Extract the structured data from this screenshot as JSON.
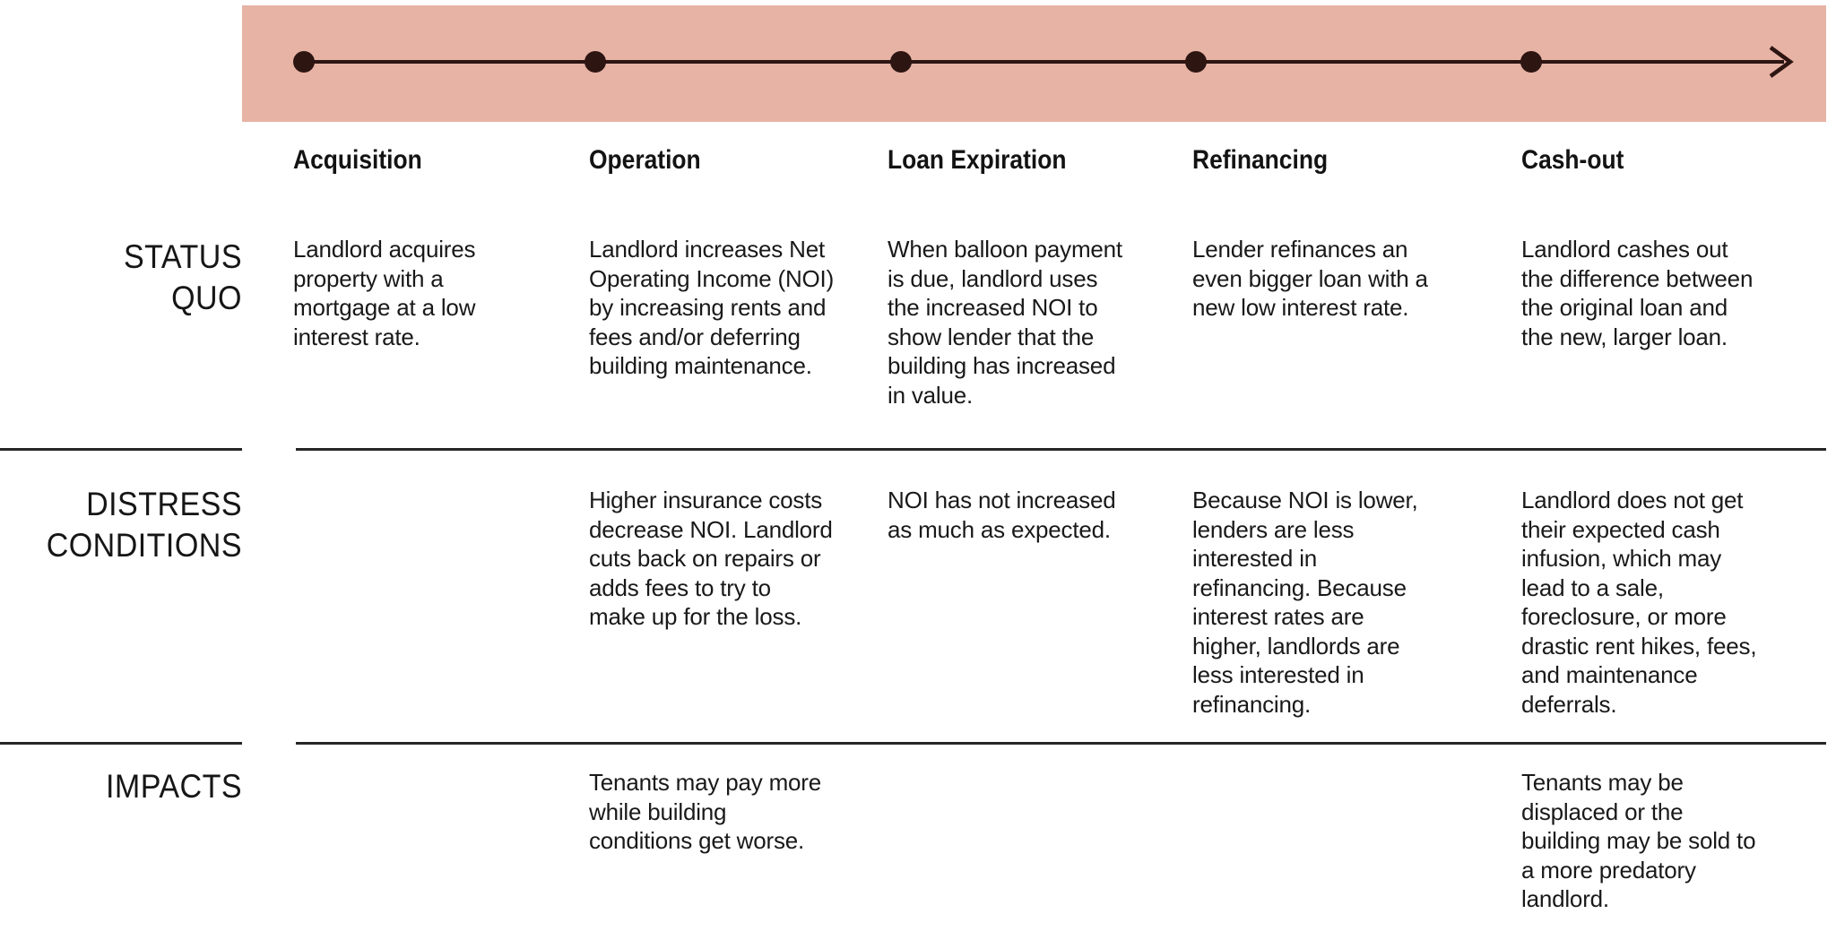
{
  "colors": {
    "band_background": "#e7b3a5",
    "timeline_ink": "#2d1512",
    "text": "#191919",
    "divider": "#262626"
  },
  "row_labels": {
    "status_quo": "STATUS\nQUO",
    "distress_conditions": "DISTRESS\nCONDITIONS",
    "impacts": "IMPACTS"
  },
  "columns": [
    {
      "header": "Acquisition",
      "status_quo": "Landlord acquires\nproperty with a\nmortgage at a low\ninterest rate.",
      "distress_conditions": "",
      "impacts": ""
    },
    {
      "header": "Operation",
      "status_quo": "Landlord increases Net\nOperating Income (NOI)\nby increasing rents and\nfees and/or deferring\nbuilding maintenance.",
      "distress_conditions": "Higher insurance costs\ndecrease NOI. Landlord\ncuts back on repairs or\nadds fees to try to\nmake up for the loss.",
      "impacts": "Tenants may pay more\nwhile building\nconditions get worse."
    },
    {
      "header": "Loan Expiration",
      "status_quo": "When balloon payment\nis due, landlord uses\nthe increased NOI to\nshow lender that the\nbuilding has increased\nin value.",
      "distress_conditions": "NOI has not increased\nas much as expected.",
      "impacts": ""
    },
    {
      "header": "Refinancing",
      "status_quo": "Lender refinances an\neven bigger loan with a\nnew low interest rate.",
      "distress_conditions": "Because NOI is lower,\nlenders are less\ninterested in\nrefinancing. Because\ninterest rates are\nhigher, landlords are\nless interested in\nrefinancing.",
      "impacts": ""
    },
    {
      "header": "Cash-out",
      "status_quo": "Landlord cashes out\nthe difference between\nthe original loan and\nthe new, larger loan.",
      "distress_conditions": "Landlord does not get\ntheir expected cash\ninfusion, which may\nlead to a sale,\nforeclosure, or more\ndrastic rent hikes, fees,\nand maintenance\ndeferrals.",
      "impacts": "Tenants may be\ndisplaced or the\nbuilding may be sold to\na more predatory\nlandlord."
    }
  ]
}
